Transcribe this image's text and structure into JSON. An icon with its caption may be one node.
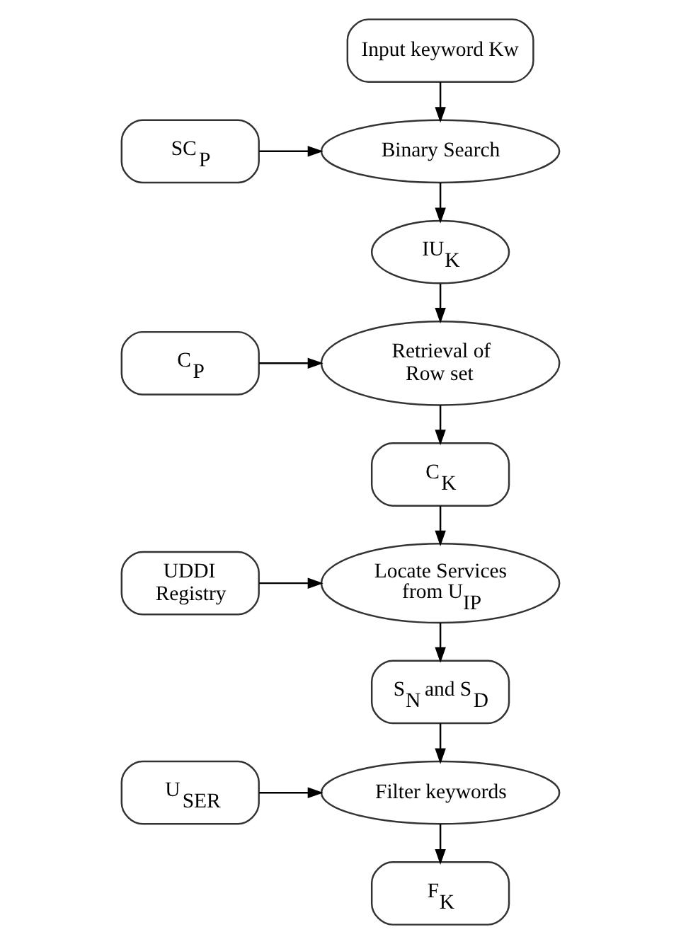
{
  "diagram": {
    "nodes": [
      {
        "text": [
          "Input keyword Kw"
        ]
      },
      {
        "text": [
          "SC$_{P}$"
        ]
      },
      {
        "text": [
          "Binary Search"
        ]
      },
      {
        "text": [
          "IU$_{K}$"
        ]
      },
      {
        "text": [
          "Retrieval of Row set"
        ]
      },
      {
        "text": [
          "C$_{P}$"
        ]
      },
      {
        "text": [
          "C$_{K}$"
        ]
      },
      {
        "text": [
          "UDDI Registry"
        ]
      },
      {
        "text": [
          "Locate Services from U$_{IP}$"
        ]
      },
      {
        "text": [
          "S$_{N}$ and S$_{D}$"
        ]
      },
      {
        "text": [
          "U$_{SER}$"
        ]
      },
      {
        "text": [
          "Filter keywords"
        ]
      },
      {
        "text": [
          "F$_{K}$"
        ]
      }
    ],
    "edges": [
      {
        "from": 0,
        "to": 2,
        "arrow": "to"
      },
      {
        "from": 1,
        "to": 2,
        "arrow": "to"
      },
      {
        "from": 2,
        "to": 3,
        "arrow": "to"
      },
      {
        "from": 3,
        "to": 4,
        "arrow": "to"
      },
      {
        "from": 5,
        "to": 4,
        "arrow": "to"
      },
      {
        "from": 4,
        "to": 6,
        "arrow": "to"
      },
      {
        "from": 6,
        "to": 8,
        "arrow": "to"
      },
      {
        "from": 7,
        "to": 8,
        "arrow": "to"
      },
      {
        "from": 8,
        "to": 9,
        "arrow": "to"
      },
      {
        "from": 9,
        "to": 11,
        "arrow": "to"
      },
      {
        "from": 10,
        "to": 11,
        "arrow": "to"
      },
      {
        "from": 11,
        "to": 12,
        "arrow": "to"
      }
    ]
  }
}
